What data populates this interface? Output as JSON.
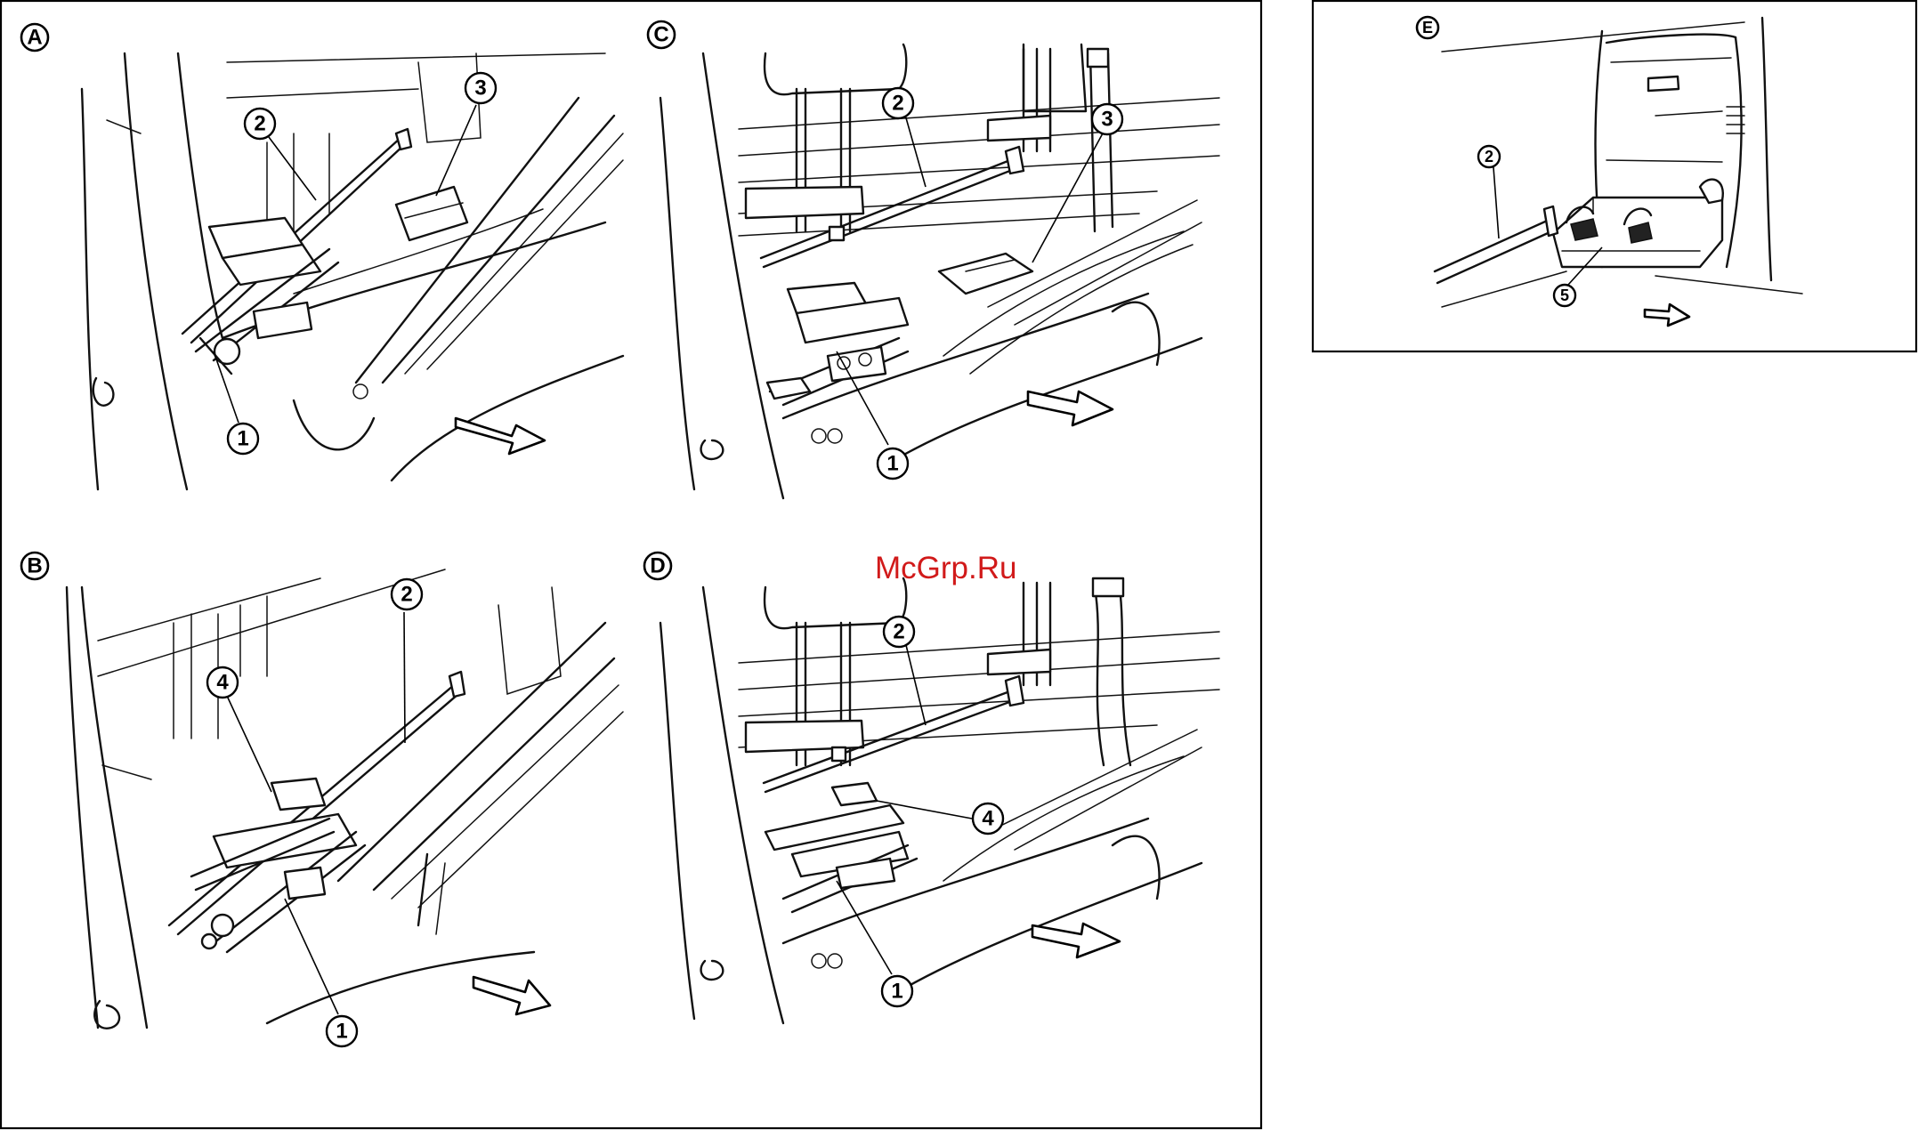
{
  "panels": {
    "a": {
      "label": "A",
      "callouts": {
        "jack": "1",
        "rod": "2",
        "bag": "3"
      }
    },
    "b": {
      "label": "B",
      "callouts": {
        "jack": "1",
        "rod": "2",
        "handle": "4"
      }
    },
    "c": {
      "label": "C",
      "callouts": {
        "jack": "1",
        "rod": "2",
        "bag": "3"
      }
    },
    "d": {
      "label": "D",
      "callouts": {
        "jack": "1",
        "rod": "2",
        "handle": "4"
      }
    },
    "e": {
      "label": "E",
      "callouts": {
        "rod": "2",
        "box": "5"
      }
    }
  },
  "watermark": "McGrp.Ru"
}
